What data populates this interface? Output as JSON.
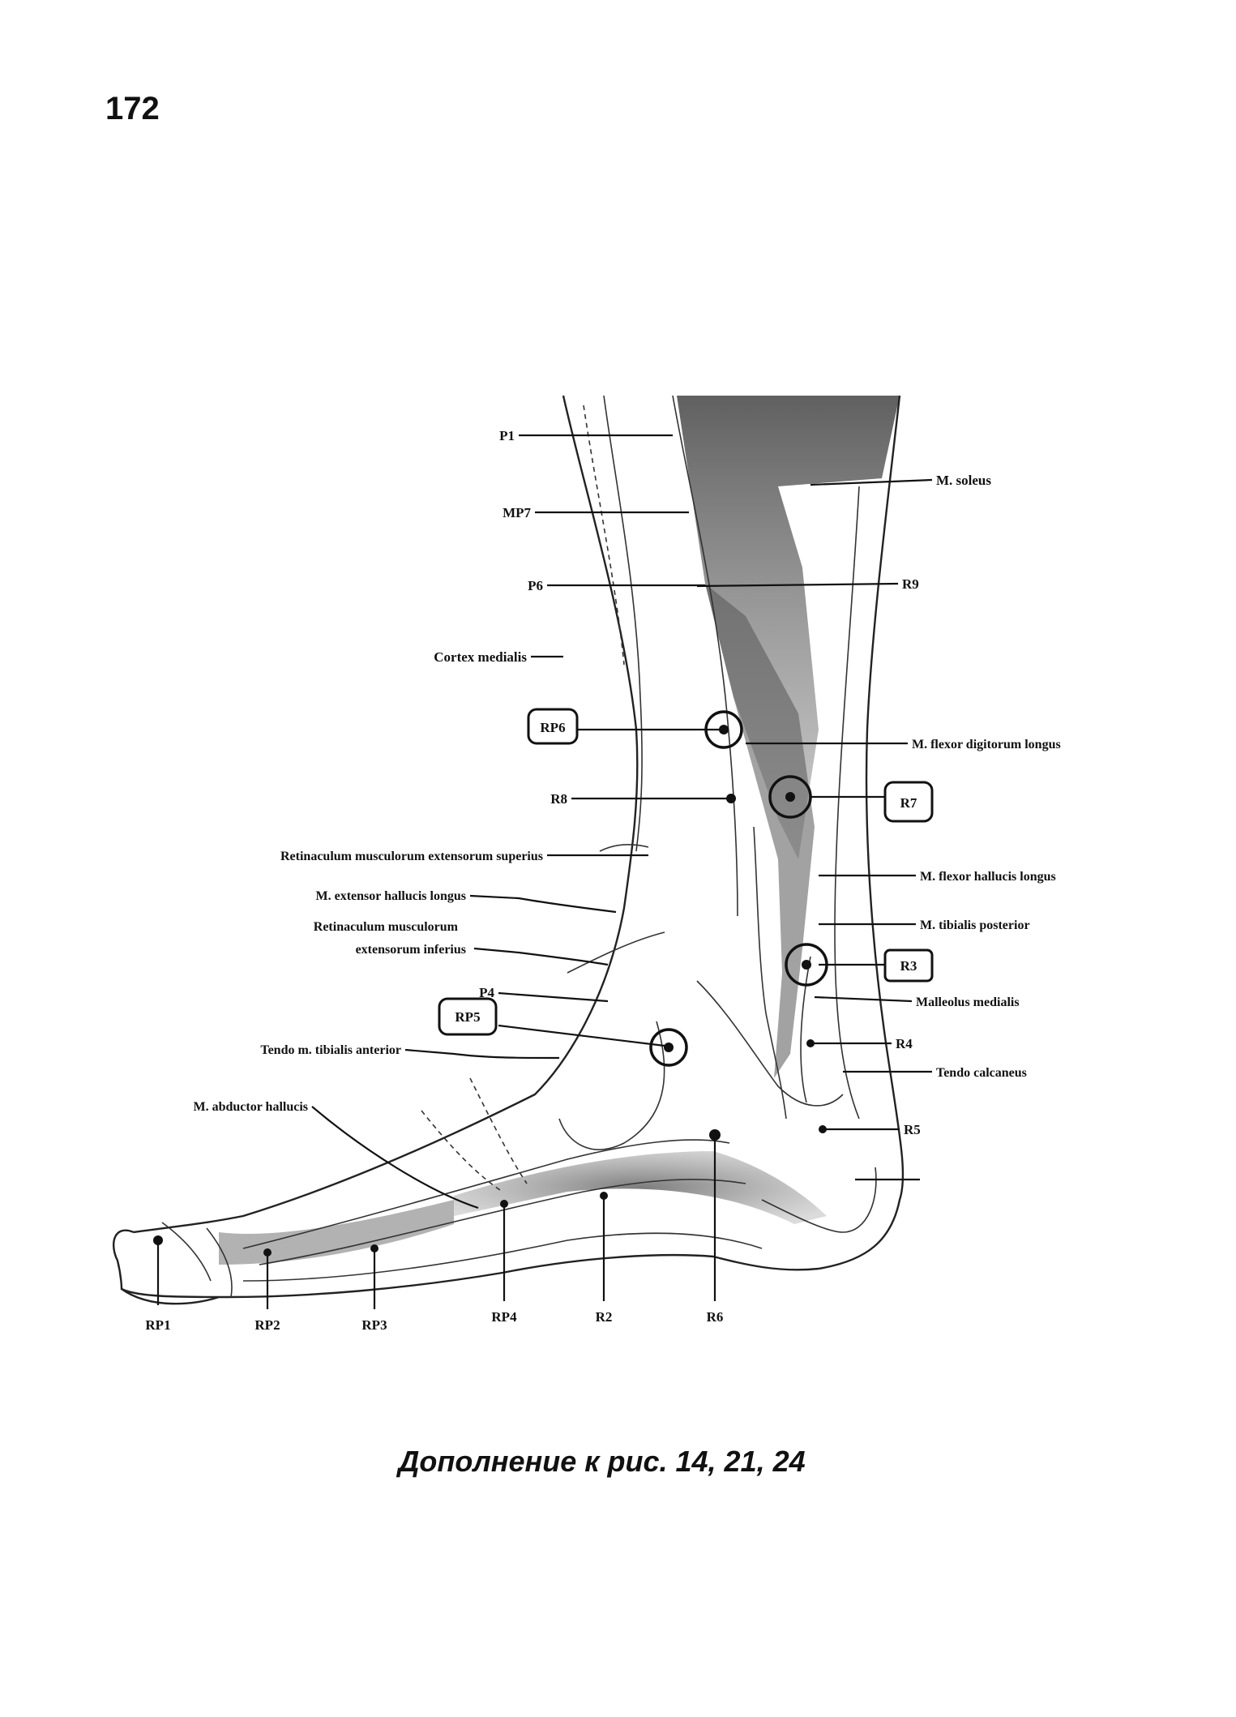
{
  "page_number": "172",
  "caption": "Дополнение к рис. 14, 21, 24",
  "labels": {
    "p1": "P1",
    "mp7": "MP7",
    "p6": "P6",
    "cortex_medialis": "Cortex medialis",
    "rp6": "RP6",
    "r8": "R8",
    "retinaculum_superior": "Retinaculum musculorum extensorum superius",
    "ext_hallucis_longus": "M. extensor hallucis longus",
    "retinaculum_inferior_1": "Retinaculum musculorum",
    "retinaculum_inferior_2": "extensorum inferius",
    "p4": "P4",
    "rp5": "RP5",
    "tendo_tibialis": "Tendo m. tibialis anterior",
    "abductor_hallucis": "M. abductor hallucis",
    "m_soleus": "M. soleus",
    "r9": "R9",
    "flexor_digitorum": "M. flexor digitorum longus",
    "r7": "R7",
    "flexor_hallucis": "M. flexor hallucis longus",
    "tibialis_posterior": "M. tibialis posterior",
    "r3": "R3",
    "malleolus": "Malleolus medialis",
    "r4": "R4",
    "tendo_calcaneus": "Tendo calcaneus",
    "r5": "R5",
    "rp1": "RP1",
    "rp2": "RP2",
    "rp3": "RP3",
    "rp4": "RP4",
    "r2": "R2",
    "r6": "R6"
  }
}
